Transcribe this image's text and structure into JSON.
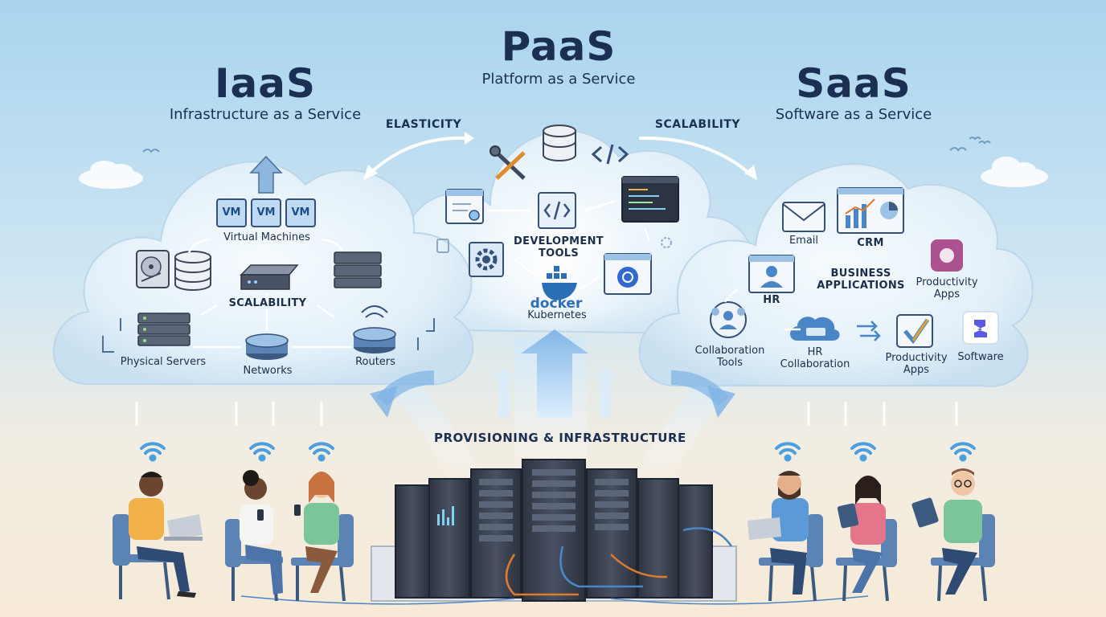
{
  "iaas": {
    "title": "IaaS",
    "subtitle": "Infrastructure as a Service",
    "vm_labels": [
      "VM",
      "VM",
      "VM"
    ],
    "virtual_machines": "Virtual Machines",
    "scalability": "SCALABILITY",
    "physical_servers": "Physical Servers",
    "networks": "Networks",
    "routers": "Routers"
  },
  "paas": {
    "title": "PaaS",
    "subtitle": "Platform as a Service",
    "dev_tools": "DEVELOPMENT\nTOOLS",
    "docker": "docker",
    "kubernetes": "Kubernetes"
  },
  "saas": {
    "title": "SaaS",
    "subtitle": "Software as a Service",
    "email": "Email",
    "crm": "CRM",
    "business_apps": "BUSINESS\nAPPLICATIONS",
    "productivity_apps_top": "Productivity\nApps",
    "hr": "HR",
    "collaboration_tools": "Collaboration\nTools",
    "hr_collaboration": "HR\nCollaboration",
    "productivity_apps": "Productivity\nApps",
    "software": "Software"
  },
  "flows": {
    "elasticity": "ELASTICITY",
    "scalability": "SCALABILITY",
    "provisioning": "PROVISIONING & INFRASTRUCTURE"
  },
  "colors": {
    "navy": "#1b2f52",
    "cloud": "#eaf4fb",
    "accent_blue": "#4a86c5",
    "server": "#3b4250"
  }
}
